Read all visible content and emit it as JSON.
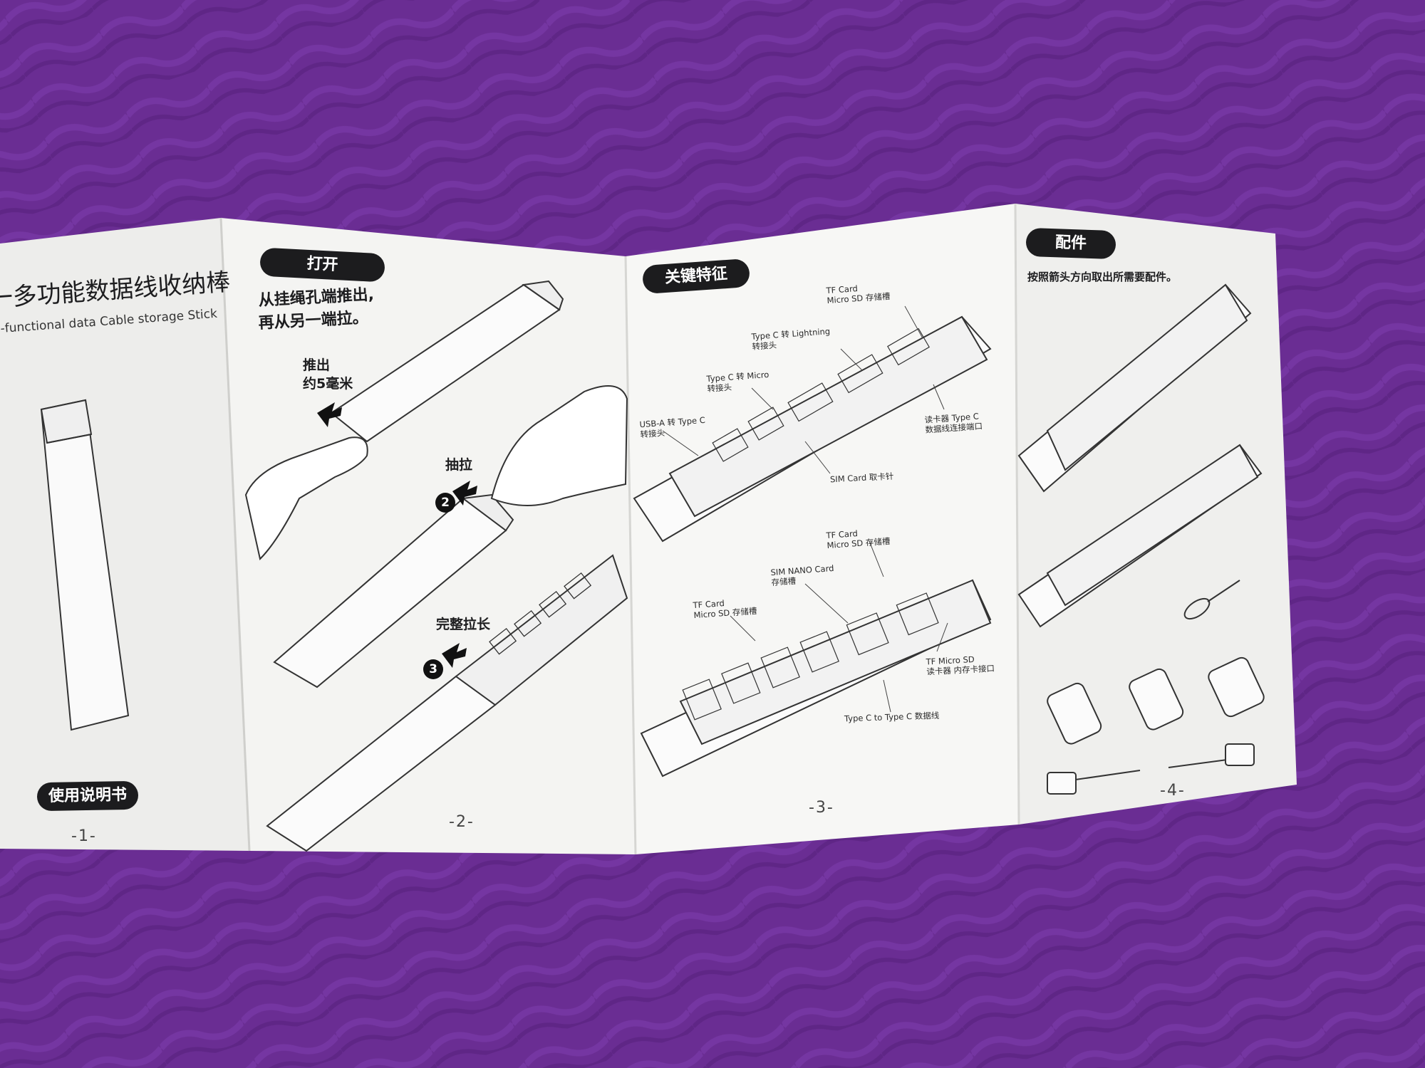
{
  "panel1": {
    "title": "一多功能数据线收纳棒",
    "subtitle": "-functional data Cable storage Stick",
    "manual_badge": "使用说明书",
    "page": "-1-"
  },
  "panel2": {
    "badge": "打开",
    "instruction_line1": "从挂绳孔端推出,",
    "instruction_line2": "再从另一端拉。",
    "push_label_1": "推出",
    "push_label_2": "约5毫米",
    "step2_num": "2",
    "pull_label": "抽拉",
    "step3_num": "3",
    "extend_label": "完整拉长",
    "page": "-2-"
  },
  "panel3": {
    "badge": "关键特征",
    "tf_top_1": "TF Card",
    "tf_top_2": "Micro SD 存储槽",
    "lightning_1": "Type C 转 Lightning",
    "lightning_2": "转接头",
    "micro_1": "Type C 转 Micro",
    "micro_2": "转接头",
    "usba_1": "USB-A 转 Type C",
    "usba_2": "转接头",
    "reader_1": "读卡器 Type C",
    "reader_2": "数据线连接端口",
    "sim_pin": "SIM Card 取卡针",
    "tf_b1_1": "TF Card",
    "tf_b1_2": "Micro SD 存储槽",
    "nano_1": "SIM NANO Card",
    "nano_2": "存储槽",
    "tf_b2_1": "TF Card",
    "tf_b2_2": "Micro SD 存储槽",
    "tfmicro_1": "TF Micro SD",
    "tfmicro_2": "读卡器 内存卡接口",
    "ctoc": "Type C to Type C  数据线",
    "page": "-3-"
  },
  "panel4": {
    "badge": "配件",
    "instruction": "按照箭头方向取出所需要配件。",
    "page": "-4-"
  }
}
